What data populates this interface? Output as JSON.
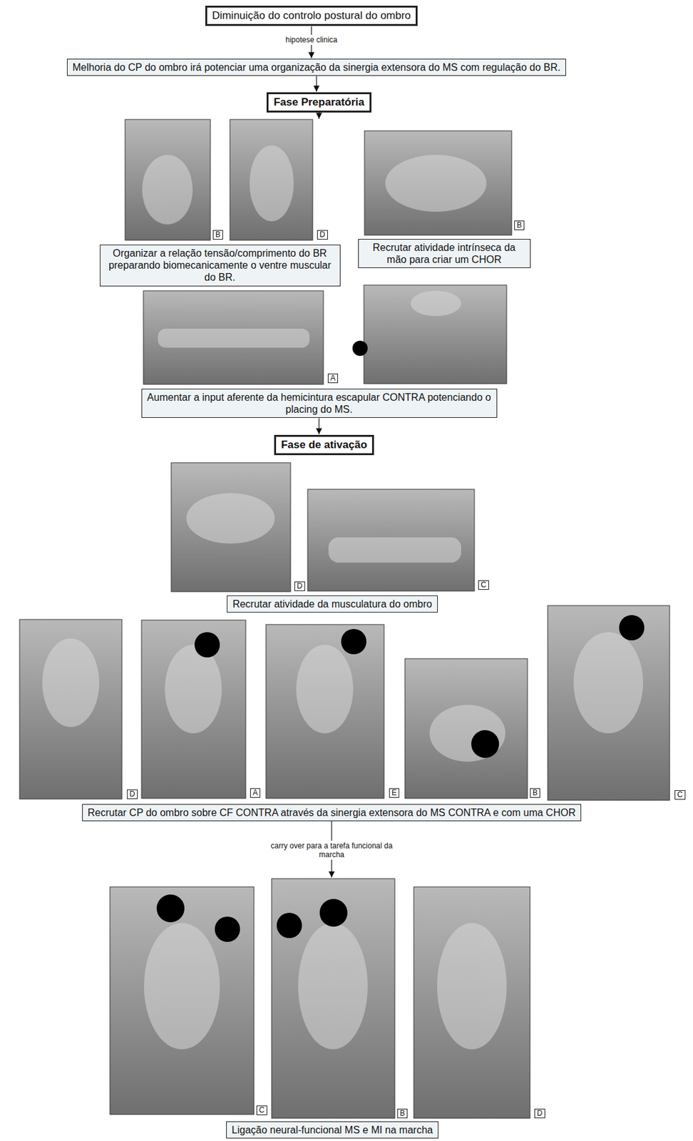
{
  "diagram": {
    "nodes": [
      {
        "text": [
          "Diminuição do controlo postural do ombro"
        ]
      },
      {
        "text": [
          "Melhoria do CP do ombro irá potenciar uma organização da sinergia extensora do MS com regulação do BR."
        ]
      },
      {
        "text": [
          "Fase Preparatória"
        ]
      },
      {
        "text": [
          "Organizar a relação tensão/comprimento do BR preparando biomecanicamente o ventre muscular do BR."
        ]
      },
      {
        "text": [
          "Recrutar atividade intrínseca da mão para criar um CHOR"
        ]
      },
      {
        "text": [
          "Aumentar a input aferente da hemicintura escapular CONTRA potenciando o placing do MS."
        ]
      },
      {
        "text": [
          "Fase de ativação"
        ]
      },
      {
        "text": [
          "Recrutar atividade da musculatura do ombro"
        ]
      },
      {
        "text": [
          "Recrutar CP do ombro sobre CF CONTRA através da sinergia extensora do MS CONTRA e com uma CHOR"
        ]
      },
      {
        "text": [
          "Ligação neural-funcional MS e MI na marcha"
        ]
      }
    ],
    "edges": [
      {
        "from": 0,
        "to": 1,
        "label": "hipotese clinica",
        "arrow": "to"
      },
      {
        "from": 1,
        "to": 2,
        "arrow": "to"
      },
      {
        "from": 5,
        "to": 6,
        "arrow": "to"
      }
    ],
    "labels": [
      "B",
      "D",
      "B",
      "A",
      "D",
      "C",
      "D",
      "A",
      "E",
      "B",
      "C",
      "carry over para a tarefa funcional da marcha",
      "C",
      "B",
      "D"
    ]
  }
}
